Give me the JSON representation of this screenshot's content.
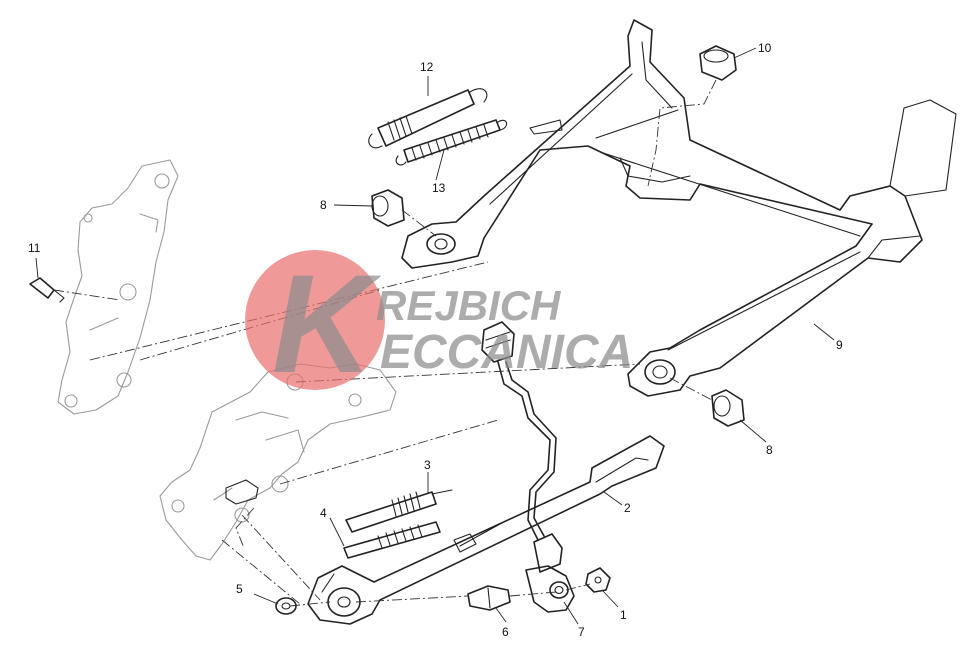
{
  "watermark": {
    "line1": "REJBICH",
    "line2": "ECCANICA",
    "logo_letter": "K",
    "logo_color": "#e96e6e"
  },
  "callouts": {
    "c1": "1",
    "c2": "2",
    "c3": "3",
    "c4": "4",
    "c5": "5",
    "c6": "6",
    "c7": "7",
    "c8a": "8",
    "c8b": "8",
    "c9": "9",
    "c10": "10",
    "c11": "11",
    "c12": "12",
    "c13": "13"
  }
}
